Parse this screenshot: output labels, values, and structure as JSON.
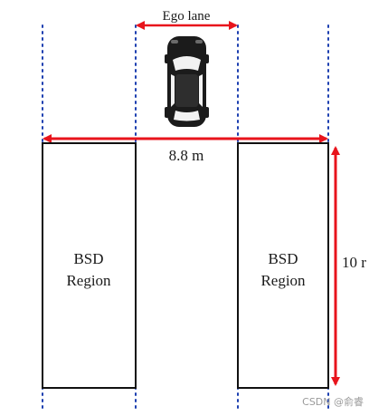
{
  "diagram": {
    "ego_lane_label": "Ego lane",
    "width_label": "8.8 m",
    "length_label": "10 r",
    "left_region": {
      "line1": "BSD",
      "line2": "Region"
    },
    "right_region": {
      "line1": "BSD",
      "line2": "Region"
    },
    "watermark": "CSDN @俞睿",
    "colors": {
      "arrow": "#e8141c",
      "lane_line": "#1c3fb0",
      "region_stroke": "#111111",
      "car_body": "#1b1b1b"
    },
    "icons": [
      "car-topview-icon"
    ]
  }
}
